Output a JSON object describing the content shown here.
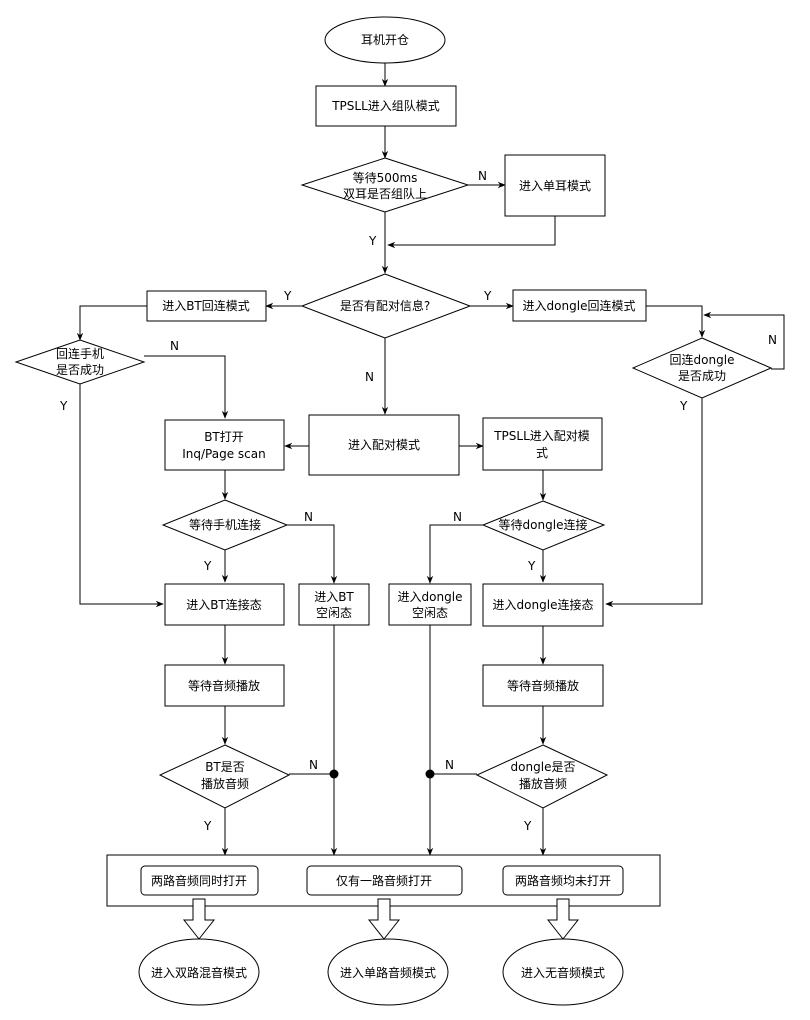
{
  "nodes": {
    "start": "耳机开仓",
    "tpsll_group": "TPSLL进入组队模式",
    "wait500_l1": "等待500ms",
    "wait500_l2": "双耳是否组队上",
    "single_ear": "进入单耳模式",
    "has_pair_info": "是否有配对信息?",
    "bt_reconnect": "进入BT回连模式",
    "dongle_reconnect": "进入dongle回连模式",
    "reconnect_phone_l1": "回连手机",
    "reconnect_phone_l2": "是否成功",
    "reconnect_dongle_l1": "回连dongle",
    "reconnect_dongle_l2": "是否成功",
    "pair_mode": "进入配对模式",
    "bt_open_l1": "BT打开",
    "bt_open_l2": "Inq/Page scan",
    "tpsll_pair_l1": "TPSLL进入配对模",
    "tpsll_pair_l2": "式",
    "wait_phone": "等待手机连接",
    "wait_dongle": "等待dongle连接",
    "bt_connected": "进入BT连接态",
    "bt_idle_l1": "进入BT",
    "bt_idle_l2": "空闲态",
    "dongle_idle_l1": "进入dongle",
    "dongle_idle_l2": "空闲态",
    "dongle_connected": "进入dongle连接态",
    "bt_wait_audio": "等待音频播放",
    "dongle_wait_audio": "等待音频播放",
    "bt_playing_l1": "BT是否",
    "bt_playing_l2": "播放音频",
    "dongle_playing_l1": "dongle是否",
    "dongle_playing_l2": "播放音频",
    "both_open": "两路音频同时打开",
    "one_open": "仅有一路音频打开",
    "none_open": "两路音频均未打开",
    "dual_mix": "进入双路混音模式",
    "single_audio": "进入单路音频模式",
    "no_audio": "进入无音频模式"
  },
  "labels": {
    "yes": "Y",
    "no": "N"
  }
}
